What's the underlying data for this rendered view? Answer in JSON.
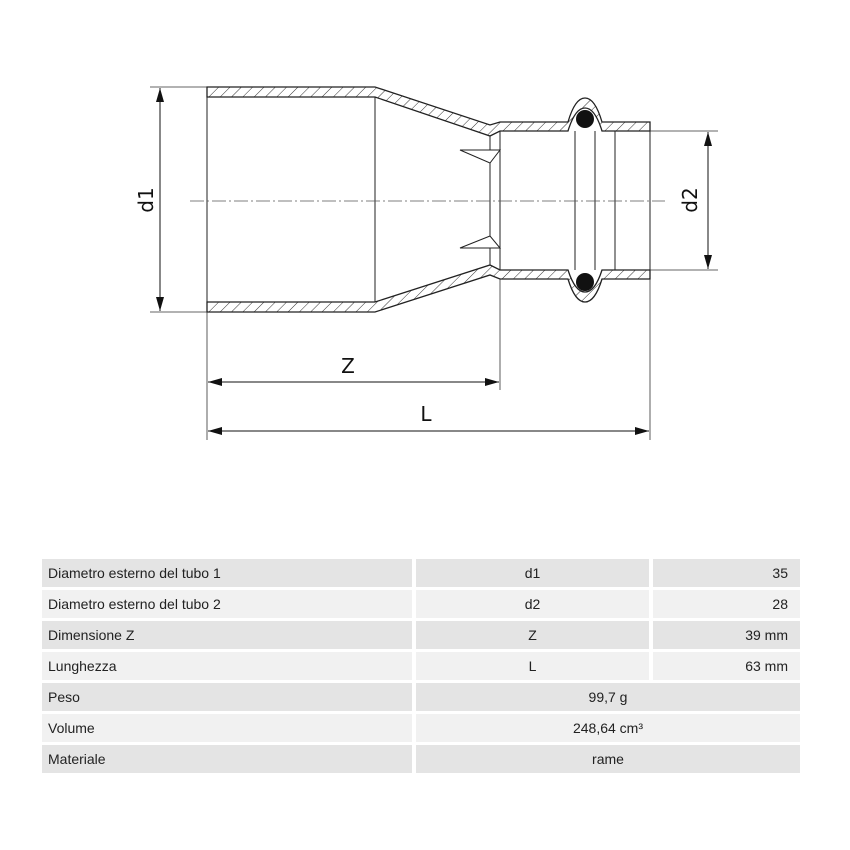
{
  "drawing": {
    "labels": {
      "d1": "d1",
      "d2": "d2",
      "z": "Z",
      "l": "L"
    }
  },
  "table": {
    "rows": [
      {
        "label": "Diametro esterno del tubo 1",
        "symbol": "d1",
        "value": "35"
      },
      {
        "label": "Diametro esterno del tubo 2",
        "symbol": "d2",
        "value": "28"
      },
      {
        "label": "Dimensione Z",
        "symbol": "Z",
        "value": "39 mm"
      },
      {
        "label": "Lunghezza",
        "symbol": "L",
        "value": "63 mm"
      },
      {
        "label": "Peso",
        "value": "99,7 g"
      },
      {
        "label": "Volume",
        "value": "248,64 cm³"
      },
      {
        "label": "Materiale",
        "value": "rame"
      }
    ]
  }
}
